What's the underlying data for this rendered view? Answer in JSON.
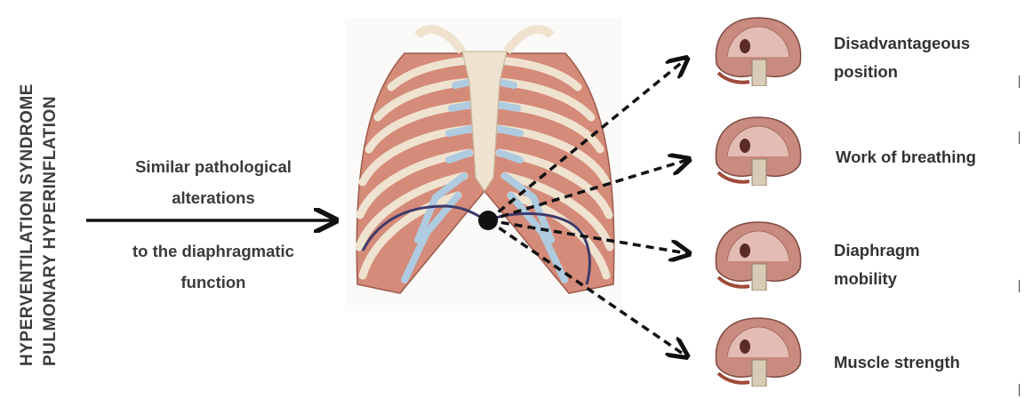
{
  "left_titles": {
    "line1": "HYPERVENTILATION SYNDROME",
    "line2": "PULMONARY HYPERINFLATION"
  },
  "middle_text": {
    "line1": "Similar pathological",
    "line2": "alterations",
    "line3": "to the diaphragmatic",
    "line4": "function"
  },
  "outcomes": [
    {
      "line1": "Disadvantageous",
      "line2": "position"
    },
    {
      "line1": "Work of breathing"
    },
    {
      "line1": "Diaphragm",
      "line2": "mobility"
    },
    {
      "line1": "Muscle strength"
    }
  ],
  "colors": {
    "text": "#333333",
    "arrow": "#111111",
    "rib": "#f0e6d6",
    "muscle": "#c97b6a",
    "cartilage": "#aecbe0",
    "diaphragm_line": "#3e3a6b",
    "diaphragm_tissue": "#c98a80"
  },
  "icons": {
    "center": "ribcage-illustration",
    "thumbnails": "diaphragm-illustration",
    "pivot": "filled-circle"
  }
}
